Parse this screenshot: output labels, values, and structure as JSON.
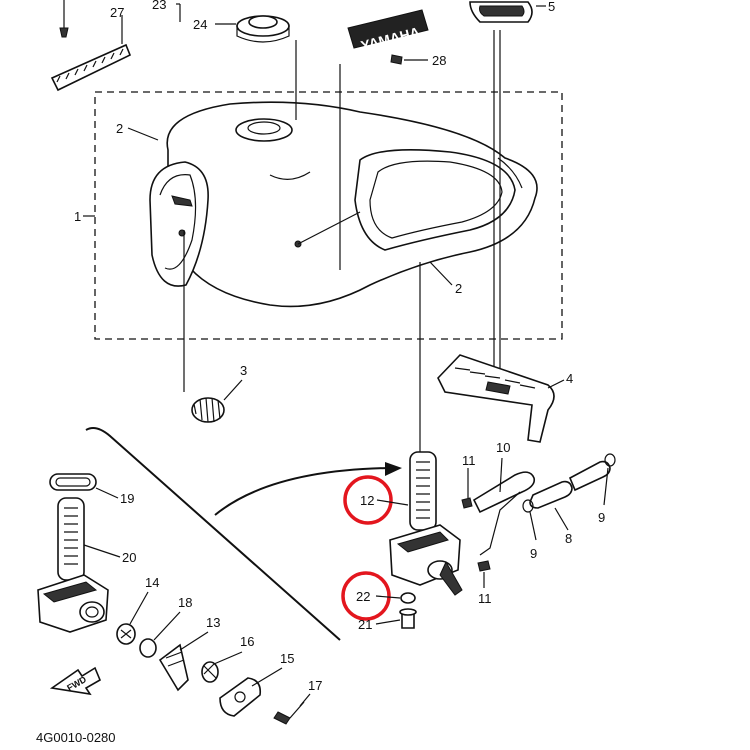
{
  "diagram": {
    "callouts": {
      "c1": "1",
      "c2a": "2",
      "c2b": "2",
      "c3": "3",
      "c4": "4",
      "c5": "5",
      "c8": "8",
      "c9a": "9",
      "c9b": "9",
      "c10": "10",
      "c11a": "11",
      "c11b": "11",
      "c12": "12",
      "c13": "13",
      "c14": "14",
      "c15": "15",
      "c16": "16",
      "c17": "17",
      "c18": "18",
      "c19": "19",
      "c20": "20",
      "c21": "21",
      "c22": "22",
      "c23": "23",
      "c24": "24",
      "c27": "27",
      "c28": "28"
    },
    "emblem_text": "YAMAHA",
    "fwd_label": "FWD",
    "footer_code": "4G0010-0280",
    "highlight_color": "#e3161e",
    "icons": [
      "fuel-tank-icon",
      "fuel-cock-icon",
      "fwd-arrow-icon"
    ]
  }
}
